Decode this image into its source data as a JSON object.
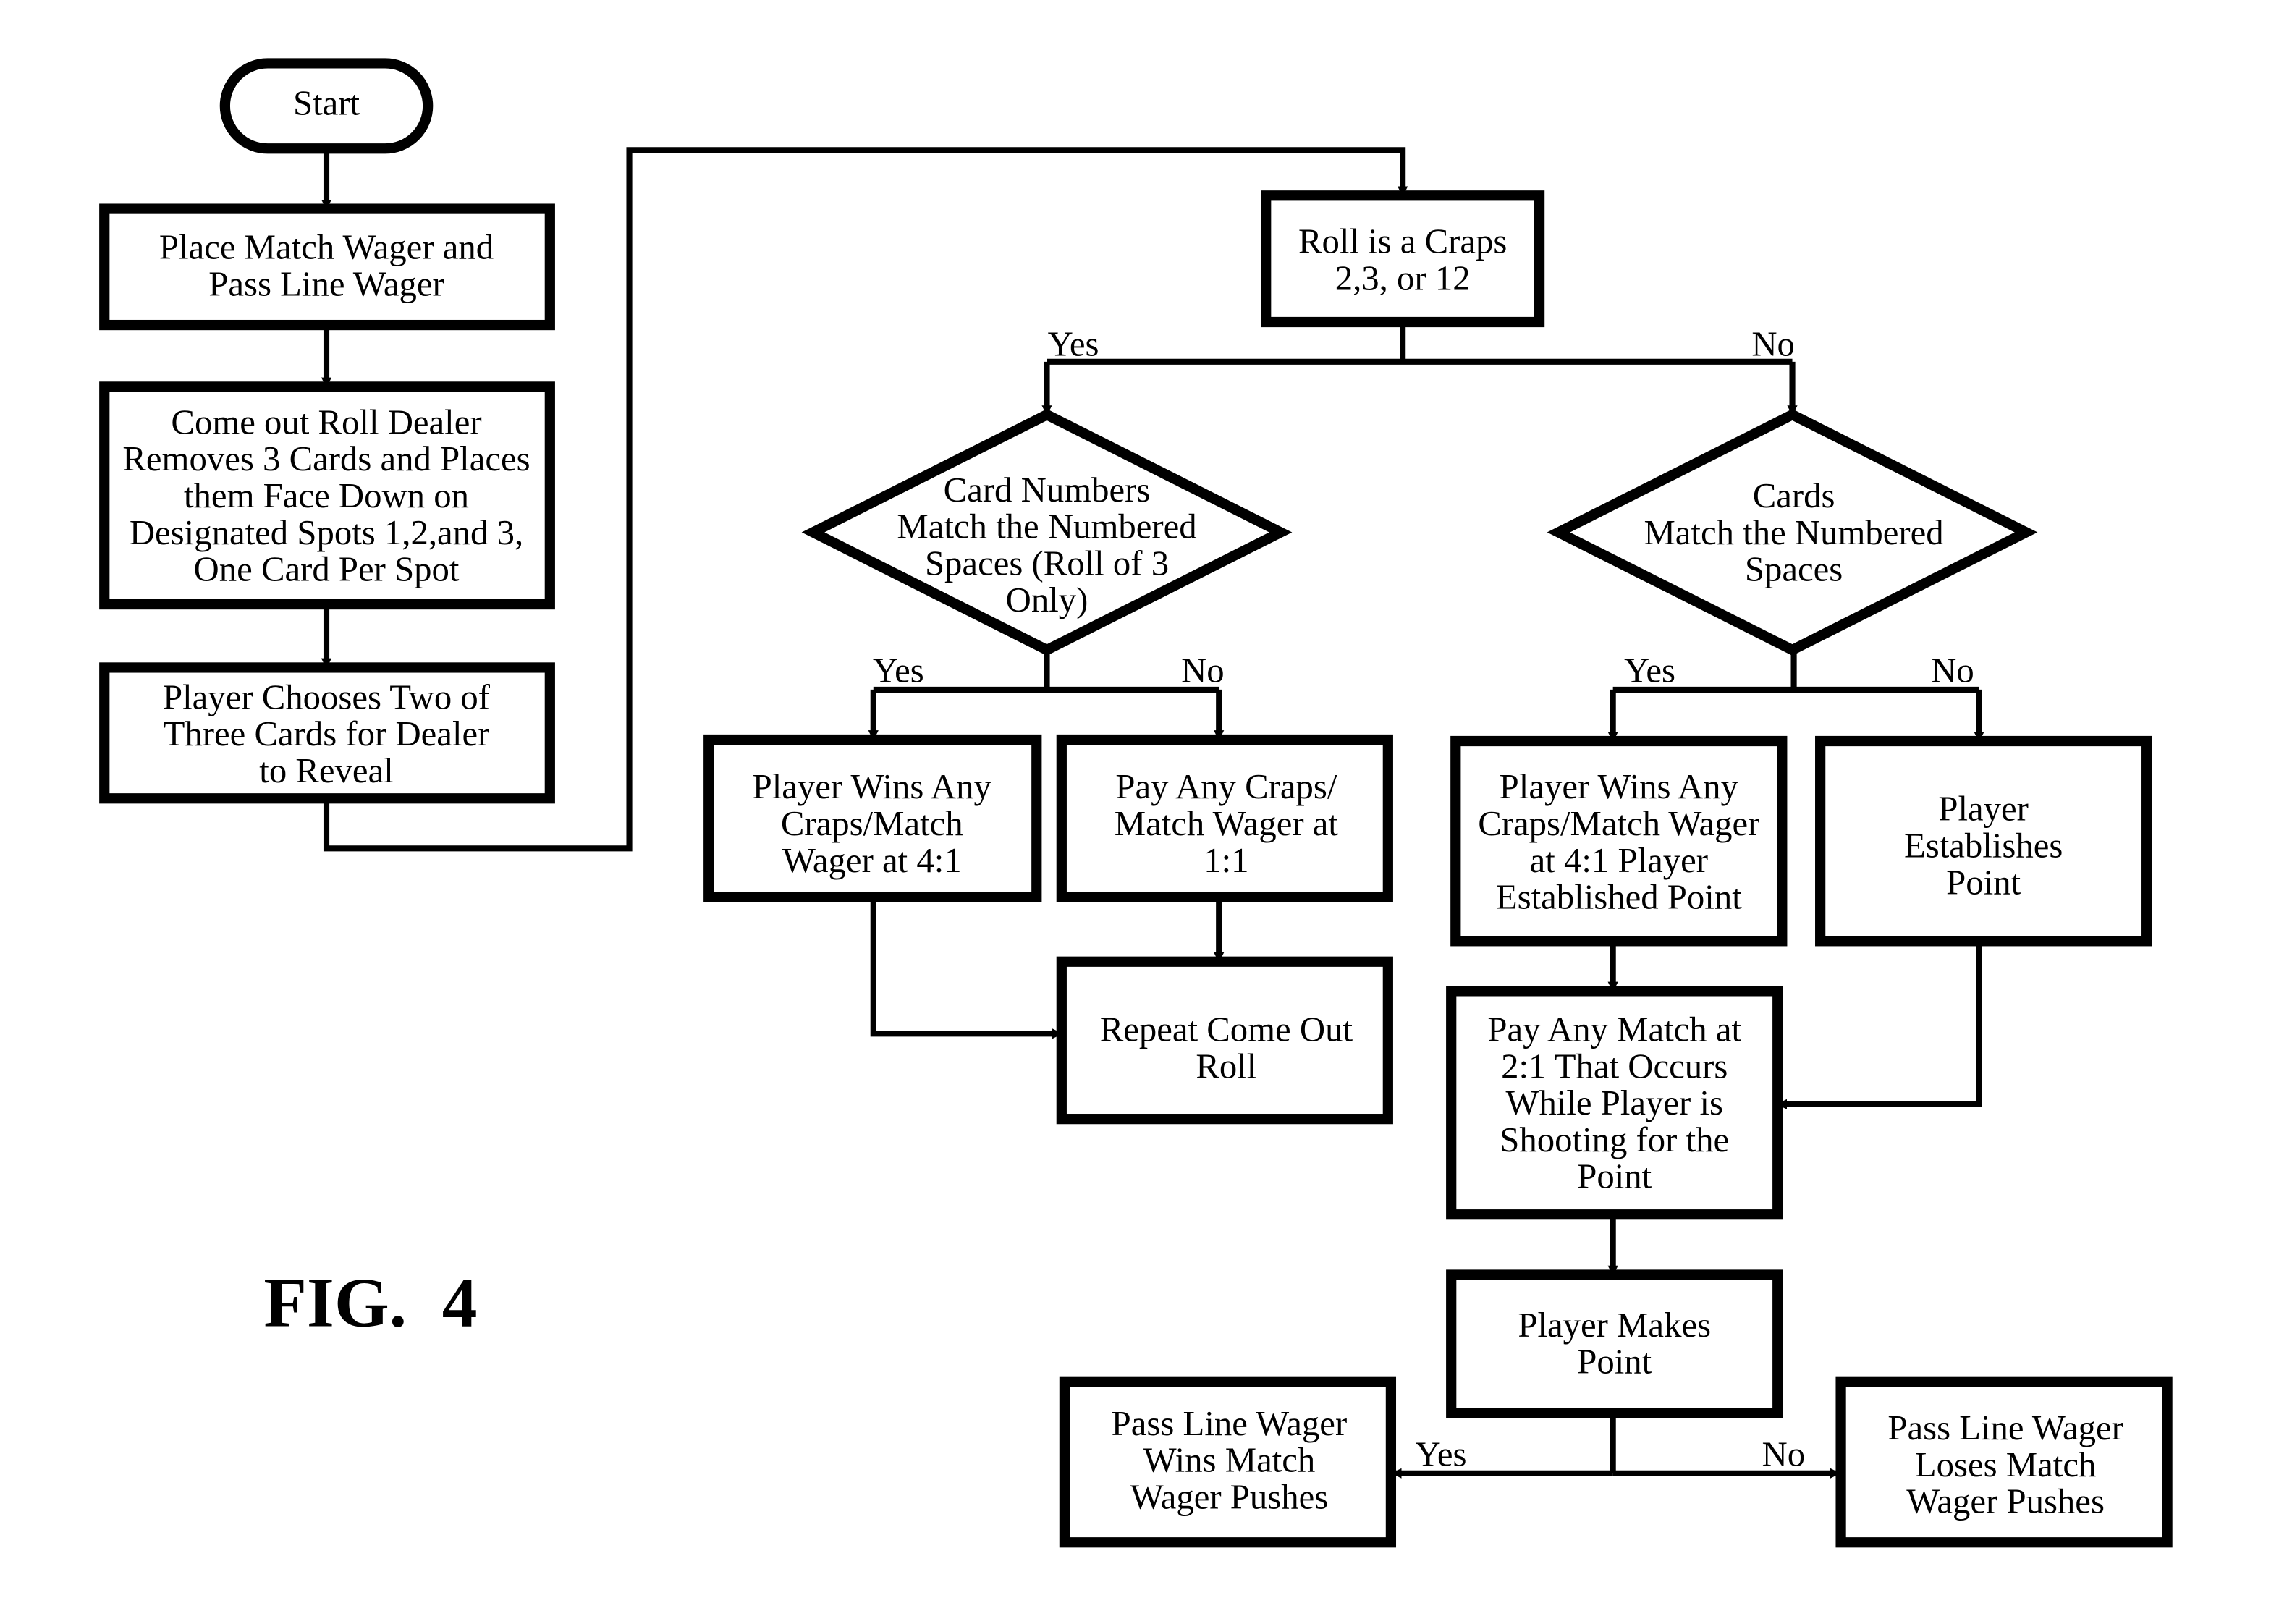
{
  "figure_label": "FIG.  4",
  "nodes": {
    "start": {
      "lines": [
        "Start"
      ]
    },
    "place_wager": {
      "lines": [
        "Place Match Wager and",
        "Pass Line Wager"
      ]
    },
    "come_out_roll": {
      "lines": [
        "Come out Roll Dealer",
        "Removes 3 Cards and Places",
        "them Face Down on",
        "Designated Spots 1,2,and 3,",
        "One Card Per Spot"
      ]
    },
    "player_chooses": {
      "lines": [
        "Player Chooses Two of",
        "Three Cards for Dealer",
        "to Reveal"
      ]
    },
    "roll_craps": {
      "lines": [
        "Roll is a Craps",
        "2,3, or 12"
      ]
    },
    "card_numbers_match": {
      "lines": [
        "Card Numbers",
        "Match the Numbered",
        "Spaces (Roll of 3",
        "Only)"
      ]
    },
    "cards_match": {
      "lines": [
        "Cards",
        "Match the Numbered",
        "Spaces"
      ]
    },
    "wins_4_1": {
      "lines": [
        "Player Wins Any",
        "Craps/Match",
        "Wager at 4:1"
      ]
    },
    "pay_1_1": {
      "lines": [
        "Pay Any Craps/",
        "Match Wager at",
        "1:1"
      ]
    },
    "repeat_roll": {
      "lines": [
        "Repeat Come Out",
        "Roll"
      ]
    },
    "wins_4_1_point": {
      "lines": [
        "Player Wins Any",
        "Craps/Match Wager",
        "at 4:1 Player",
        "Established Point"
      ]
    },
    "establishes_point": {
      "lines": [
        "Player",
        "Establishes",
        "Point"
      ]
    },
    "pay_2_1": {
      "lines": [
        "Pay Any Match at",
        "2:1 That Occurs",
        "While Player is",
        "Shooting for the",
        "Point"
      ]
    },
    "makes_point": {
      "lines": [
        "Player Makes",
        "Point"
      ]
    },
    "pass_wins": {
      "lines": [
        "Pass Line Wager",
        "Wins Match",
        "Wager Pushes"
      ]
    },
    "pass_loses": {
      "lines": [
        "Pass Line Wager",
        "Loses Match",
        "Wager Pushes"
      ]
    }
  },
  "branch_labels": {
    "roll_yes": "Yes",
    "roll_no": "No",
    "card_numbers_yes": "Yes",
    "card_numbers_no": "No",
    "cards_yes": "Yes",
    "cards_no": "No",
    "point_yes": "Yes",
    "point_no": "No"
  }
}
